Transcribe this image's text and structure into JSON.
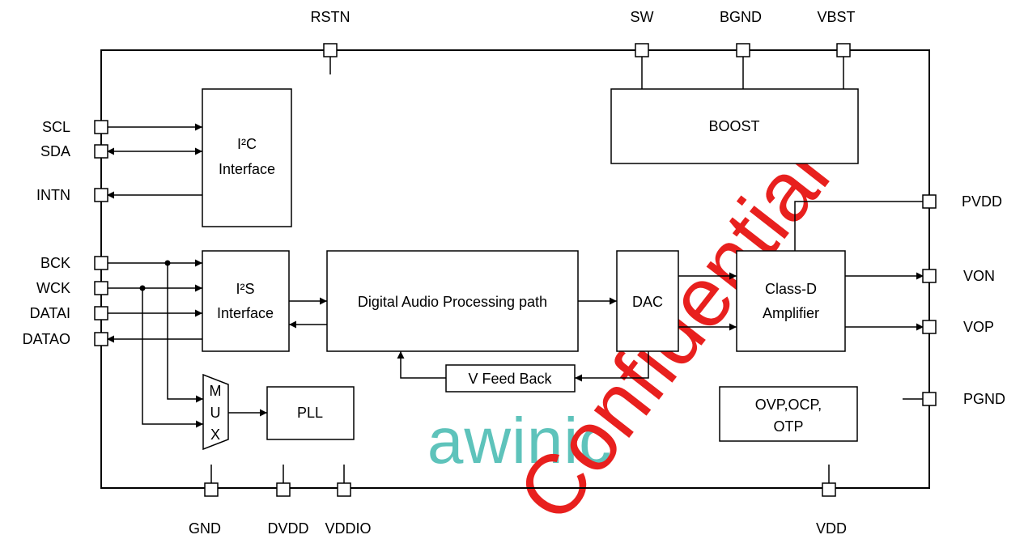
{
  "pins": {
    "rstn": "RSTN",
    "sw": "SW",
    "bgnd": "BGND",
    "vbst": "VBST",
    "scl": "SCL",
    "sda": "SDA",
    "intn": "INTN",
    "bck": "BCK",
    "wck": "WCK",
    "datai": "DATAI",
    "datao": "DATAO",
    "pvdd": "PVDD",
    "von": "VON",
    "vop": "VOP",
    "pgnd": "PGND",
    "gnd": "GND",
    "dvdd": "DVDD",
    "vddio": "VDDIO",
    "vdd": "VDD"
  },
  "blocks": {
    "i2c_line1": "I²C",
    "i2c_line2": "Interface",
    "i2s_line1": "I²S",
    "i2s_line2": "Interface",
    "dsp": "Digital Audio Processing path",
    "dac": "DAC",
    "classd_line1": "Class-D",
    "classd_line2": "Amplifier",
    "boost": "BOOST",
    "vfb": "V Feed Back",
    "mux_m": "M",
    "mux_u": "U",
    "mux_x": "X",
    "pll": "PLL",
    "prot_line1": "OVP,OCP,",
    "prot_line2": "OTP"
  },
  "logo": {
    "text": "awinic",
    "color": "#5ec3bb"
  },
  "watermark": {
    "text": "Confidential",
    "color": "#e8201e"
  }
}
